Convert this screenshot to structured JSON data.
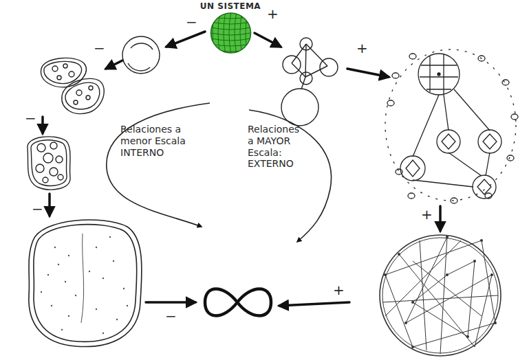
{
  "diagram": {
    "nodes": [
      {
        "text": [
          "UN SISTEMA"
        ]
      }
    ],
    "labels": [
      "Relaciones a menor Escala INTERNO",
      "Relaciones a MAYOR Escala: EXTERNO",
      "−",
      "−",
      "−",
      "−",
      "−",
      "+",
      "+",
      "+",
      "+"
    ]
  }
}
